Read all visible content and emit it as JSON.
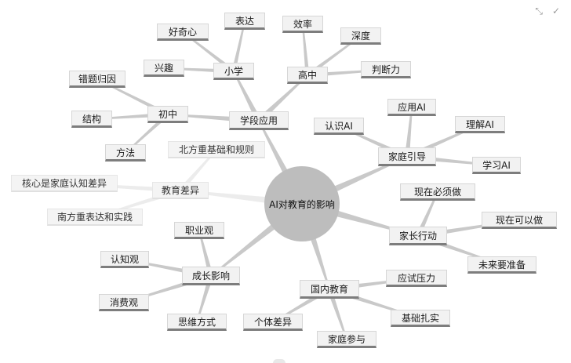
{
  "colors": {
    "line": "#c9c9c9",
    "center": "#bdbdbd",
    "node_border": "#7d7d7d"
  },
  "icons": [
    "collapse-icon",
    "check-icon"
  ],
  "mindmap": {
    "center": "AI对教育的影响",
    "branches": {
      "stage": {
        "label": "学段应用",
        "primary": {
          "label": "小学",
          "items": [
            "好奇心",
            "表达",
            "兴趣"
          ]
        },
        "high": {
          "label": "高中",
          "items": [
            "效率",
            "深度",
            "判断力"
          ]
        },
        "middle": {
          "label": "初中",
          "items": [
            "错题归因",
            "结构",
            "方法"
          ]
        }
      },
      "family_guide": {
        "label": "家庭引导",
        "items": [
          "认识AI",
          "应用AI",
          "理解AI",
          "学习AI"
        ]
      },
      "parent_action": {
        "label": "家长行动",
        "items": [
          "现在必须做",
          "现在可以做",
          "未来要准备"
        ]
      },
      "domestic": {
        "label": "国内教育",
        "items": [
          "应试压力",
          "基础扎实",
          "家庭参与",
          "个体差异"
        ]
      },
      "growth": {
        "label": "成长影响",
        "items": [
          "职业观",
          "认知观",
          "消费观",
          "思维方式"
        ]
      },
      "diff": {
        "label": "教育差异",
        "items": [
          "北方重基础和规则",
          "核心是家庭认知差异",
          "南方重表达和实践"
        ]
      }
    }
  }
}
